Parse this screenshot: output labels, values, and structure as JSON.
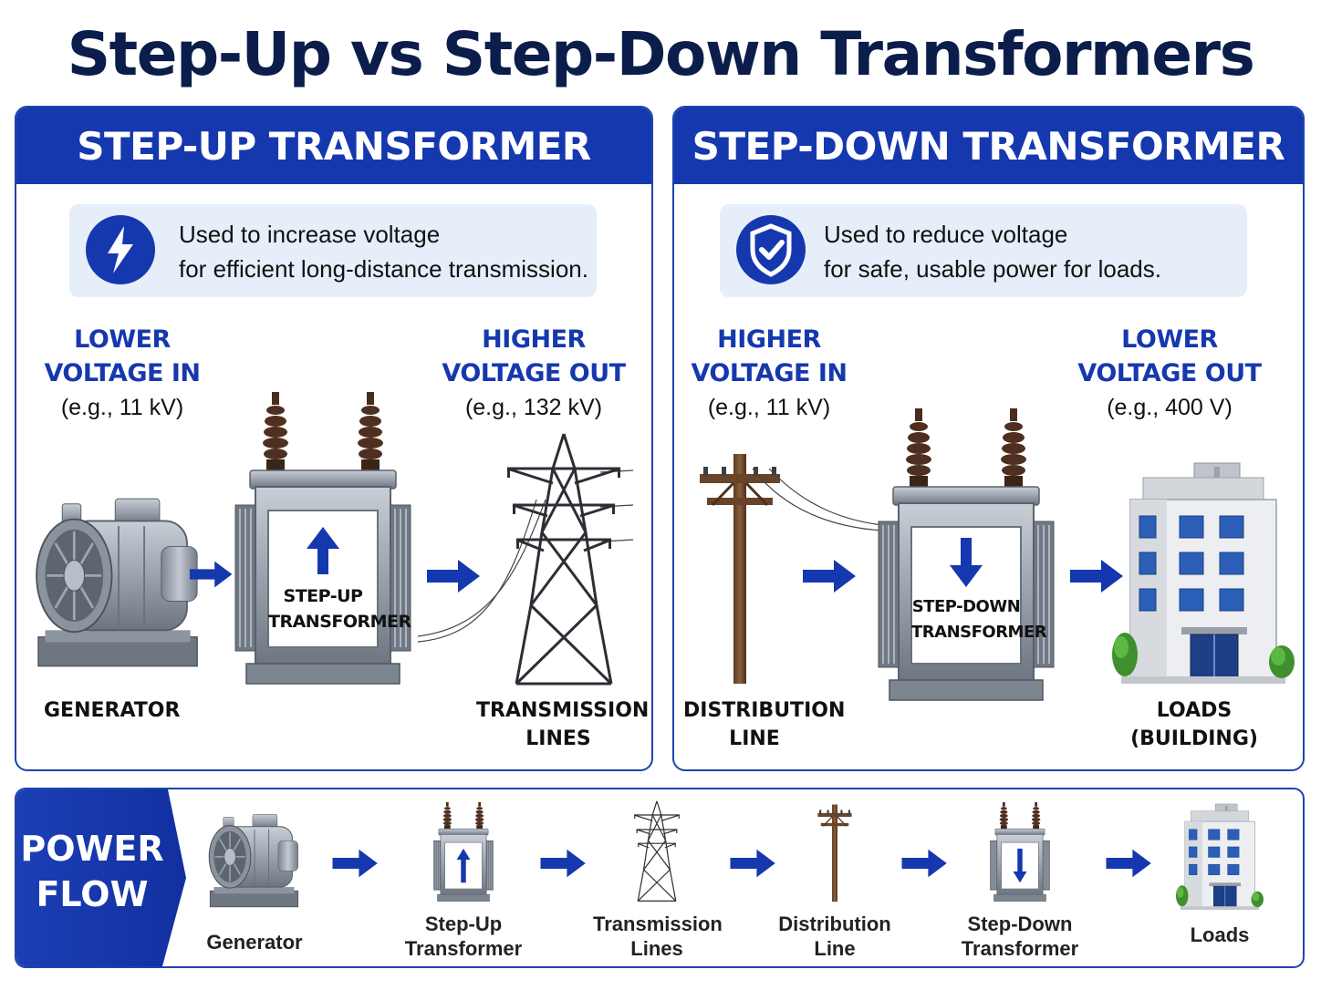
{
  "title": "Step-Up vs Step-Down Transformers",
  "step_up": {
    "heading": "STEP-UP TRANSFORMER",
    "description": [
      "Used to increase voltage",
      "for efficient long-distance transmission."
    ],
    "icon": "lightning-bolt-icon",
    "input_label": [
      "LOWER",
      "VOLTAGE IN"
    ],
    "input_example": "(e.g., 11 kV)",
    "output_label": [
      "HIGHER",
      "VOLTAGE OUT"
    ],
    "output_example": "(e.g., 132 kV)",
    "transformer_label": [
      "STEP-UP",
      "TRANSFORMER"
    ],
    "source_label": "GENERATOR",
    "dest_label": [
      "TRANSMISSION",
      "LINES"
    ]
  },
  "step_down": {
    "heading": "STEP-DOWN TRANSFORMER",
    "description": [
      "Used to reduce voltage",
      "for safe, usable power for loads."
    ],
    "icon": "shield-check-icon",
    "input_label": [
      "HIGHER",
      "VOLTAGE IN"
    ],
    "input_example": "(e.g., 11 kV)",
    "output_label": [
      "LOWER",
      "VOLTAGE OUT"
    ],
    "output_example": "(e.g., 400 V)",
    "transformer_label": [
      "STEP-DOWN",
      "TRANSFORMER"
    ],
    "source_label": [
      "DISTRIBUTION",
      "LINE"
    ],
    "dest_label": [
      "LOADS",
      "(BUILDING)"
    ]
  },
  "power_flow": {
    "heading": [
      "POWER",
      "FLOW"
    ],
    "items": [
      {
        "label": [
          "Generator"
        ],
        "icon": "generator-icon"
      },
      {
        "label": [
          "Step-Up",
          "Transformer"
        ],
        "icon": "step-up-transformer-icon"
      },
      {
        "label": [
          "Transmission",
          "Lines"
        ],
        "icon": "transmission-tower-icon"
      },
      {
        "label": [
          "Distribution",
          "Line"
        ],
        "icon": "utility-pole-icon"
      },
      {
        "label": [
          "Step-Down",
          "Transformer"
        ],
        "icon": "step-down-transformer-icon"
      },
      {
        "label": [
          "Loads"
        ],
        "icon": "building-icon"
      }
    ]
  },
  "colors": {
    "brand_blue": "#1638ae",
    "title_navy": "#0b1d4a",
    "panel_tint": "#e6eef9"
  }
}
